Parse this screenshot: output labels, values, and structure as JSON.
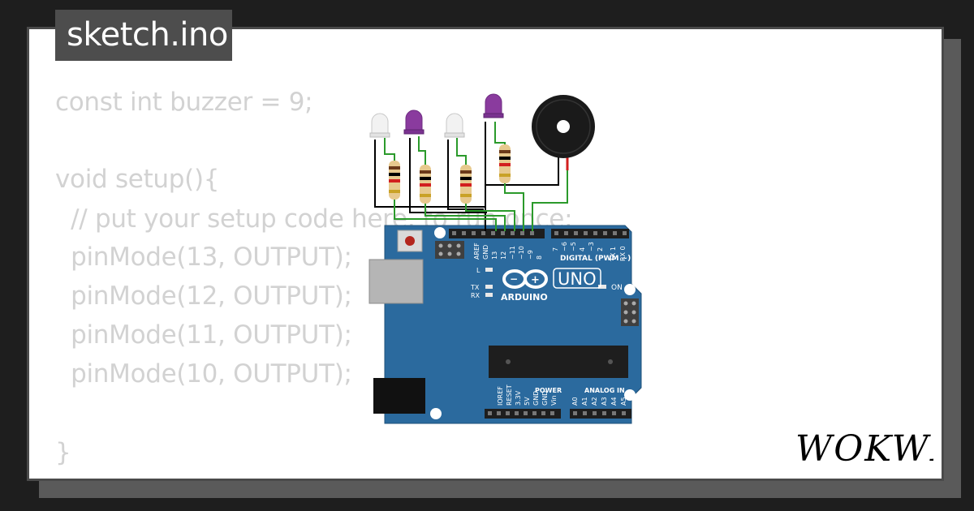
{
  "window": {
    "title": "sketch.ino"
  },
  "code_lines": [
    "const int buzzer = 9;",
    "",
    "void setup(){",
    "  // put your setup code here, to run once:",
    "  pinMode(13, OUTPUT);",
    "  pinMode(12, OUTPUT);",
    "  pinMode(11, OUTPUT);",
    "  pinMode(10, OUTPUT);",
    "",
    "}"
  ],
  "board": {
    "name": "UNO",
    "brand": "ARDUINO",
    "digital_header_label": "DIGITAL (PWM ~)",
    "power_label": "POWER",
    "analog_label": "ANALOG IN",
    "on_label": "ON",
    "led_labels": {
      "l": "L",
      "tx": "TX",
      "rx": "RX"
    },
    "top_pins": [
      "AREF",
      "GND",
      "13",
      "12",
      "~11",
      "~10",
      "~9",
      "8",
      "7",
      "~6",
      "~5",
      "4",
      "~3",
      "2",
      "TX 1",
      "RX 0"
    ],
    "bottom_pins": [
      "IOREF",
      "RESET",
      "3.3V",
      "5V",
      "GND",
      "GND",
      "Vin",
      "A0",
      "A1",
      "A2",
      "A3",
      "A4",
      "A5"
    ]
  },
  "components": {
    "leds": [
      {
        "name": "led-1",
        "color": "#f2f2f2"
      },
      {
        "name": "led-2",
        "color": "#8a3b9e"
      },
      {
        "name": "led-3",
        "color": "#f2f2f2"
      },
      {
        "name": "led-4",
        "color": "#8a3b9e"
      }
    ],
    "buzzer": {
      "color": "#1a1a1a"
    }
  },
  "brand_logo": {
    "text": "WOKWI"
  },
  "colors": {
    "board": "#2b6a9e",
    "wire_green": "#2b9a2b",
    "wire_black": "#000000",
    "wire_red": "#d21f1f"
  }
}
